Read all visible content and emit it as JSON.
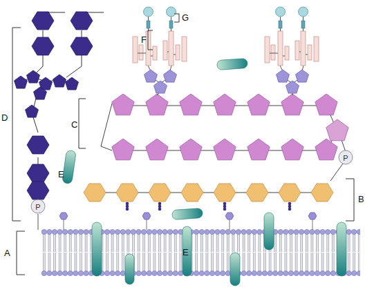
{
  "diagram": {
    "labels": [
      "D",
      "G",
      "F",
      "C",
      "E",
      "B",
      "A",
      "E"
    ]
  }
}
